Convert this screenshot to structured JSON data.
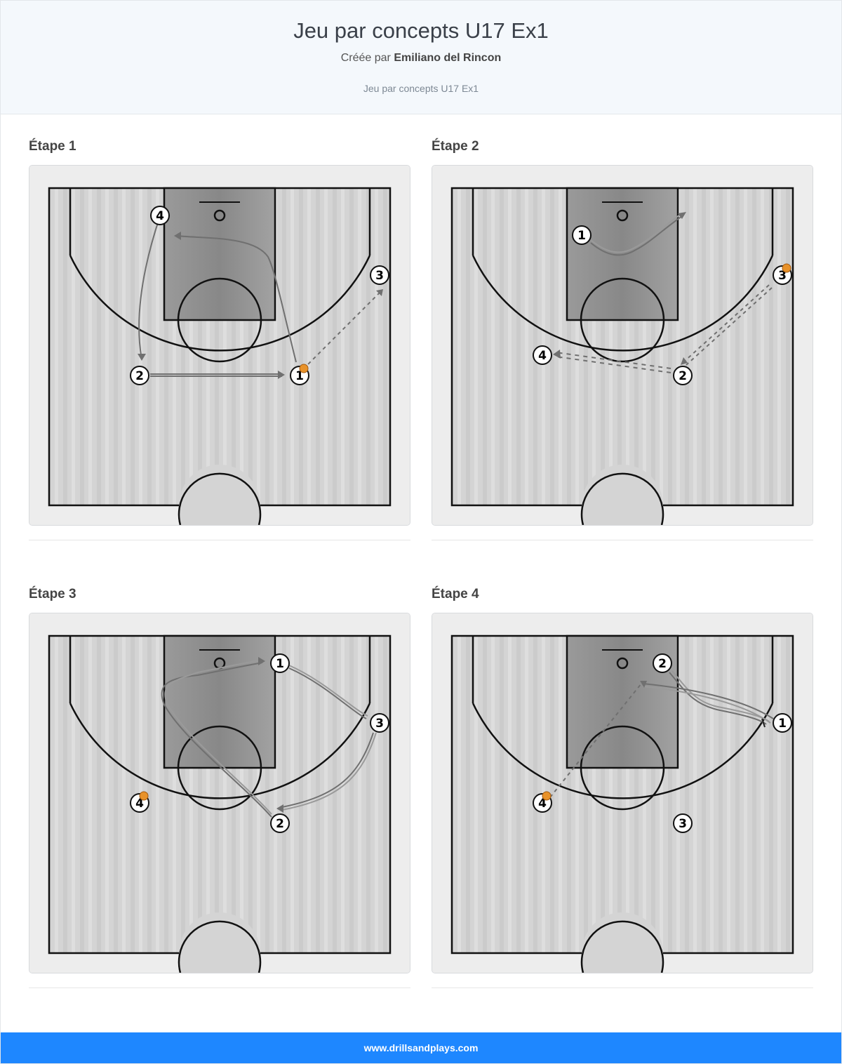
{
  "header": {
    "title": "Jeu par concepts U17 Ex1",
    "created_prefix": "Créée par",
    "author": "Emiliano del Rincon",
    "subtitle": "Jeu par concepts U17 Ex1"
  },
  "steps": [
    {
      "title": "Étape 1",
      "players": [
        {
          "label": "4",
          "ball": false
        },
        {
          "label": "3",
          "ball": false
        },
        {
          "label": "2",
          "ball": false
        },
        {
          "label": "1",
          "ball": true
        }
      ]
    },
    {
      "title": "Étape 2",
      "players": [
        {
          "label": "1",
          "ball": false
        },
        {
          "label": "3",
          "ball": true
        },
        {
          "label": "4",
          "ball": false
        },
        {
          "label": "2",
          "ball": false
        }
      ]
    },
    {
      "title": "Étape 3",
      "players": [
        {
          "label": "1",
          "ball": false
        },
        {
          "label": "3",
          "ball": false
        },
        {
          "label": "4",
          "ball": true
        },
        {
          "label": "2",
          "ball": false
        }
      ]
    },
    {
      "title": "Étape 4",
      "players": [
        {
          "label": "2",
          "ball": false
        },
        {
          "label": "1",
          "ball": false
        },
        {
          "label": "4",
          "ball": true
        },
        {
          "label": "3",
          "ball": false
        }
      ]
    }
  ],
  "footer": {
    "url": "www.drillsandplays.com"
  },
  "colors": {
    "header_bg": "#f4f8fc",
    "footer_bg": "#1e87ff",
    "paint": "#8c8c8c",
    "court": "#d2d2d2",
    "ball": "#e8922a",
    "movement_line": "#6f6f6f"
  }
}
